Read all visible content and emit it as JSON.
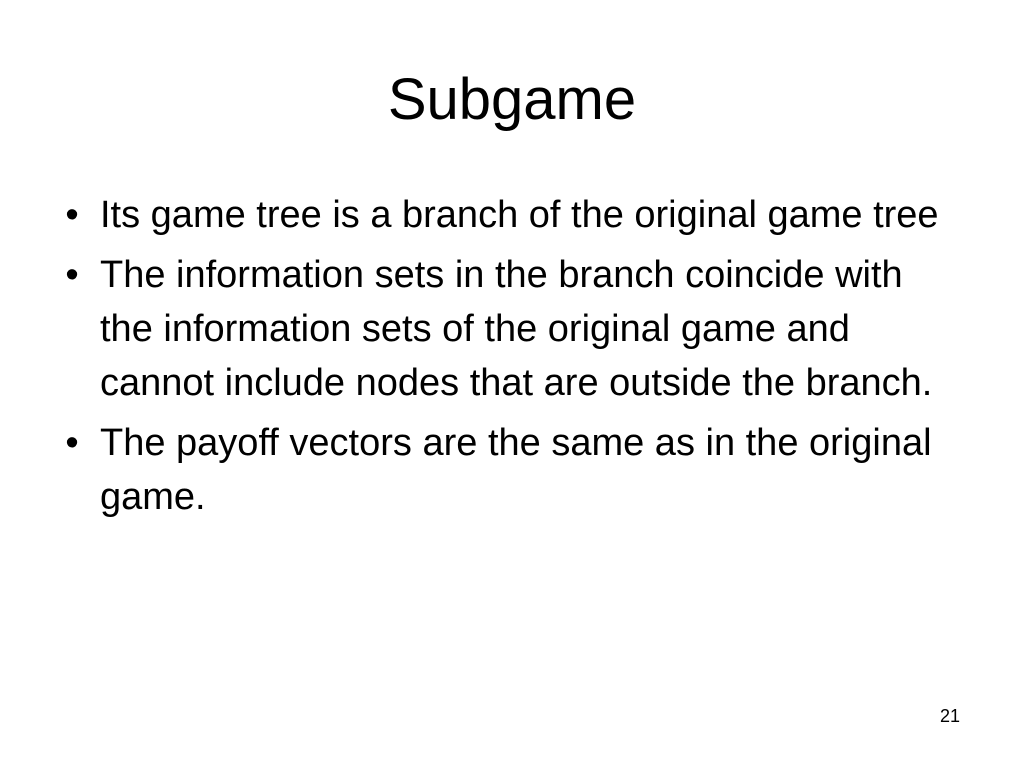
{
  "slide": {
    "title": "Subgame",
    "bullet_marker": "•",
    "bullets": [
      "Its game tree is a branch of the original game tree",
      "The information sets in the branch coincide with the information sets of the original game and cannot include nodes that are outside the branch.",
      "The payoff vectors are the same as in the original game."
    ],
    "page_number": "21"
  }
}
